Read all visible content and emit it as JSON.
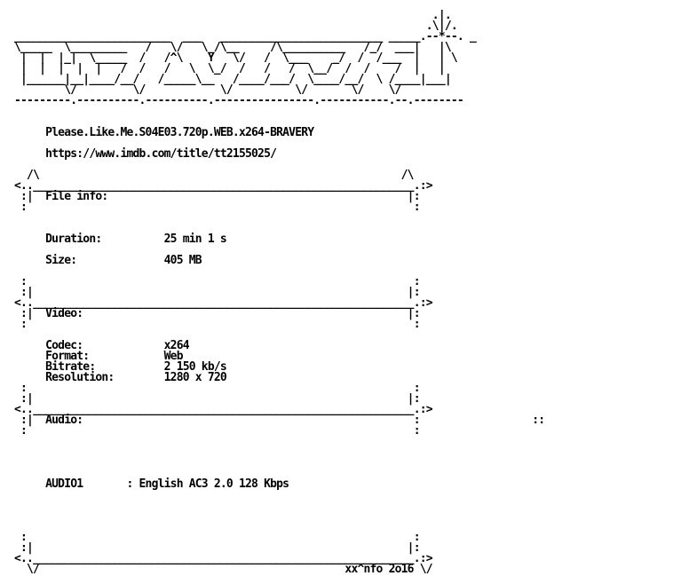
{
  "nfo_lines": [
    "                                                                   .|.",
    "                                                                  .\\|/.",
    "_________________________  ___   __________________________ _____.--*--. _",
    "\\_____  \\_________   /   \\/   \\_/\\__     /\\__________   /_/  ___|   |\\",
    " |  |  |_|  \\_____  /   /^\\    Y   \\/   /  \\___    _/  /  /___  |   | \\",
    " |  |  |  |  |   /  /   /   \\  \\_/  /   /   /  \\__/  /  /    /  |   |",
    " |______|__|____/__/   /_____\\__   /____/___/  \\____/__/  \\ /____|___|",
    "        \\/         \\/            \\/          \\/       \\/    \\/",
    "---------.----------.----------.----------------.-----------.--.--------",
    "",
    "",
    "     Please.Like.Me.S04E03.720p.WEB.x264-BRAVERY",
    "",
    "     https://www.imdb.com/title/tt2155025/",
    "",
    "  /\\                                                          /\\",
    "<.._____________________________________________________________.:>",
    " :|  File info:                                                |:",
    " :                                                              :",
    "",
    "",
    "     Duration:          25 min 1 s",
    "",
    "     Size:              405 MB",
    "",
    " :                                                              :",
    " :|                                                            |:",
    "<.._____________________________________________________________.:>",
    " :|  Video:                                                    |:",
    " :                                                              :",
    "",
    "     Codec:             x264",
    "     Format:            Web",
    "     Bitrate:           2 150 kb/s",
    "     Resolution:        1280 x 720",
    " :                                                              :",
    " :|                                                            |:",
    "<.._____________________________________________________________.:>",
    " :|  Audio:                                                     :                  ::",
    " :                                                              :",
    "",
    "",
    "",
    "",
    "     AUDIO1       : English AC3 2.0 128 Kbps",
    "",
    "",
    "",
    "",
    " :                                                              :",
    " :|                                                            |:",
    "<.._____________________________________________________________.:>",
    "  \\/                                                 xx^nfo 2o16 \\/"
  ]
}
